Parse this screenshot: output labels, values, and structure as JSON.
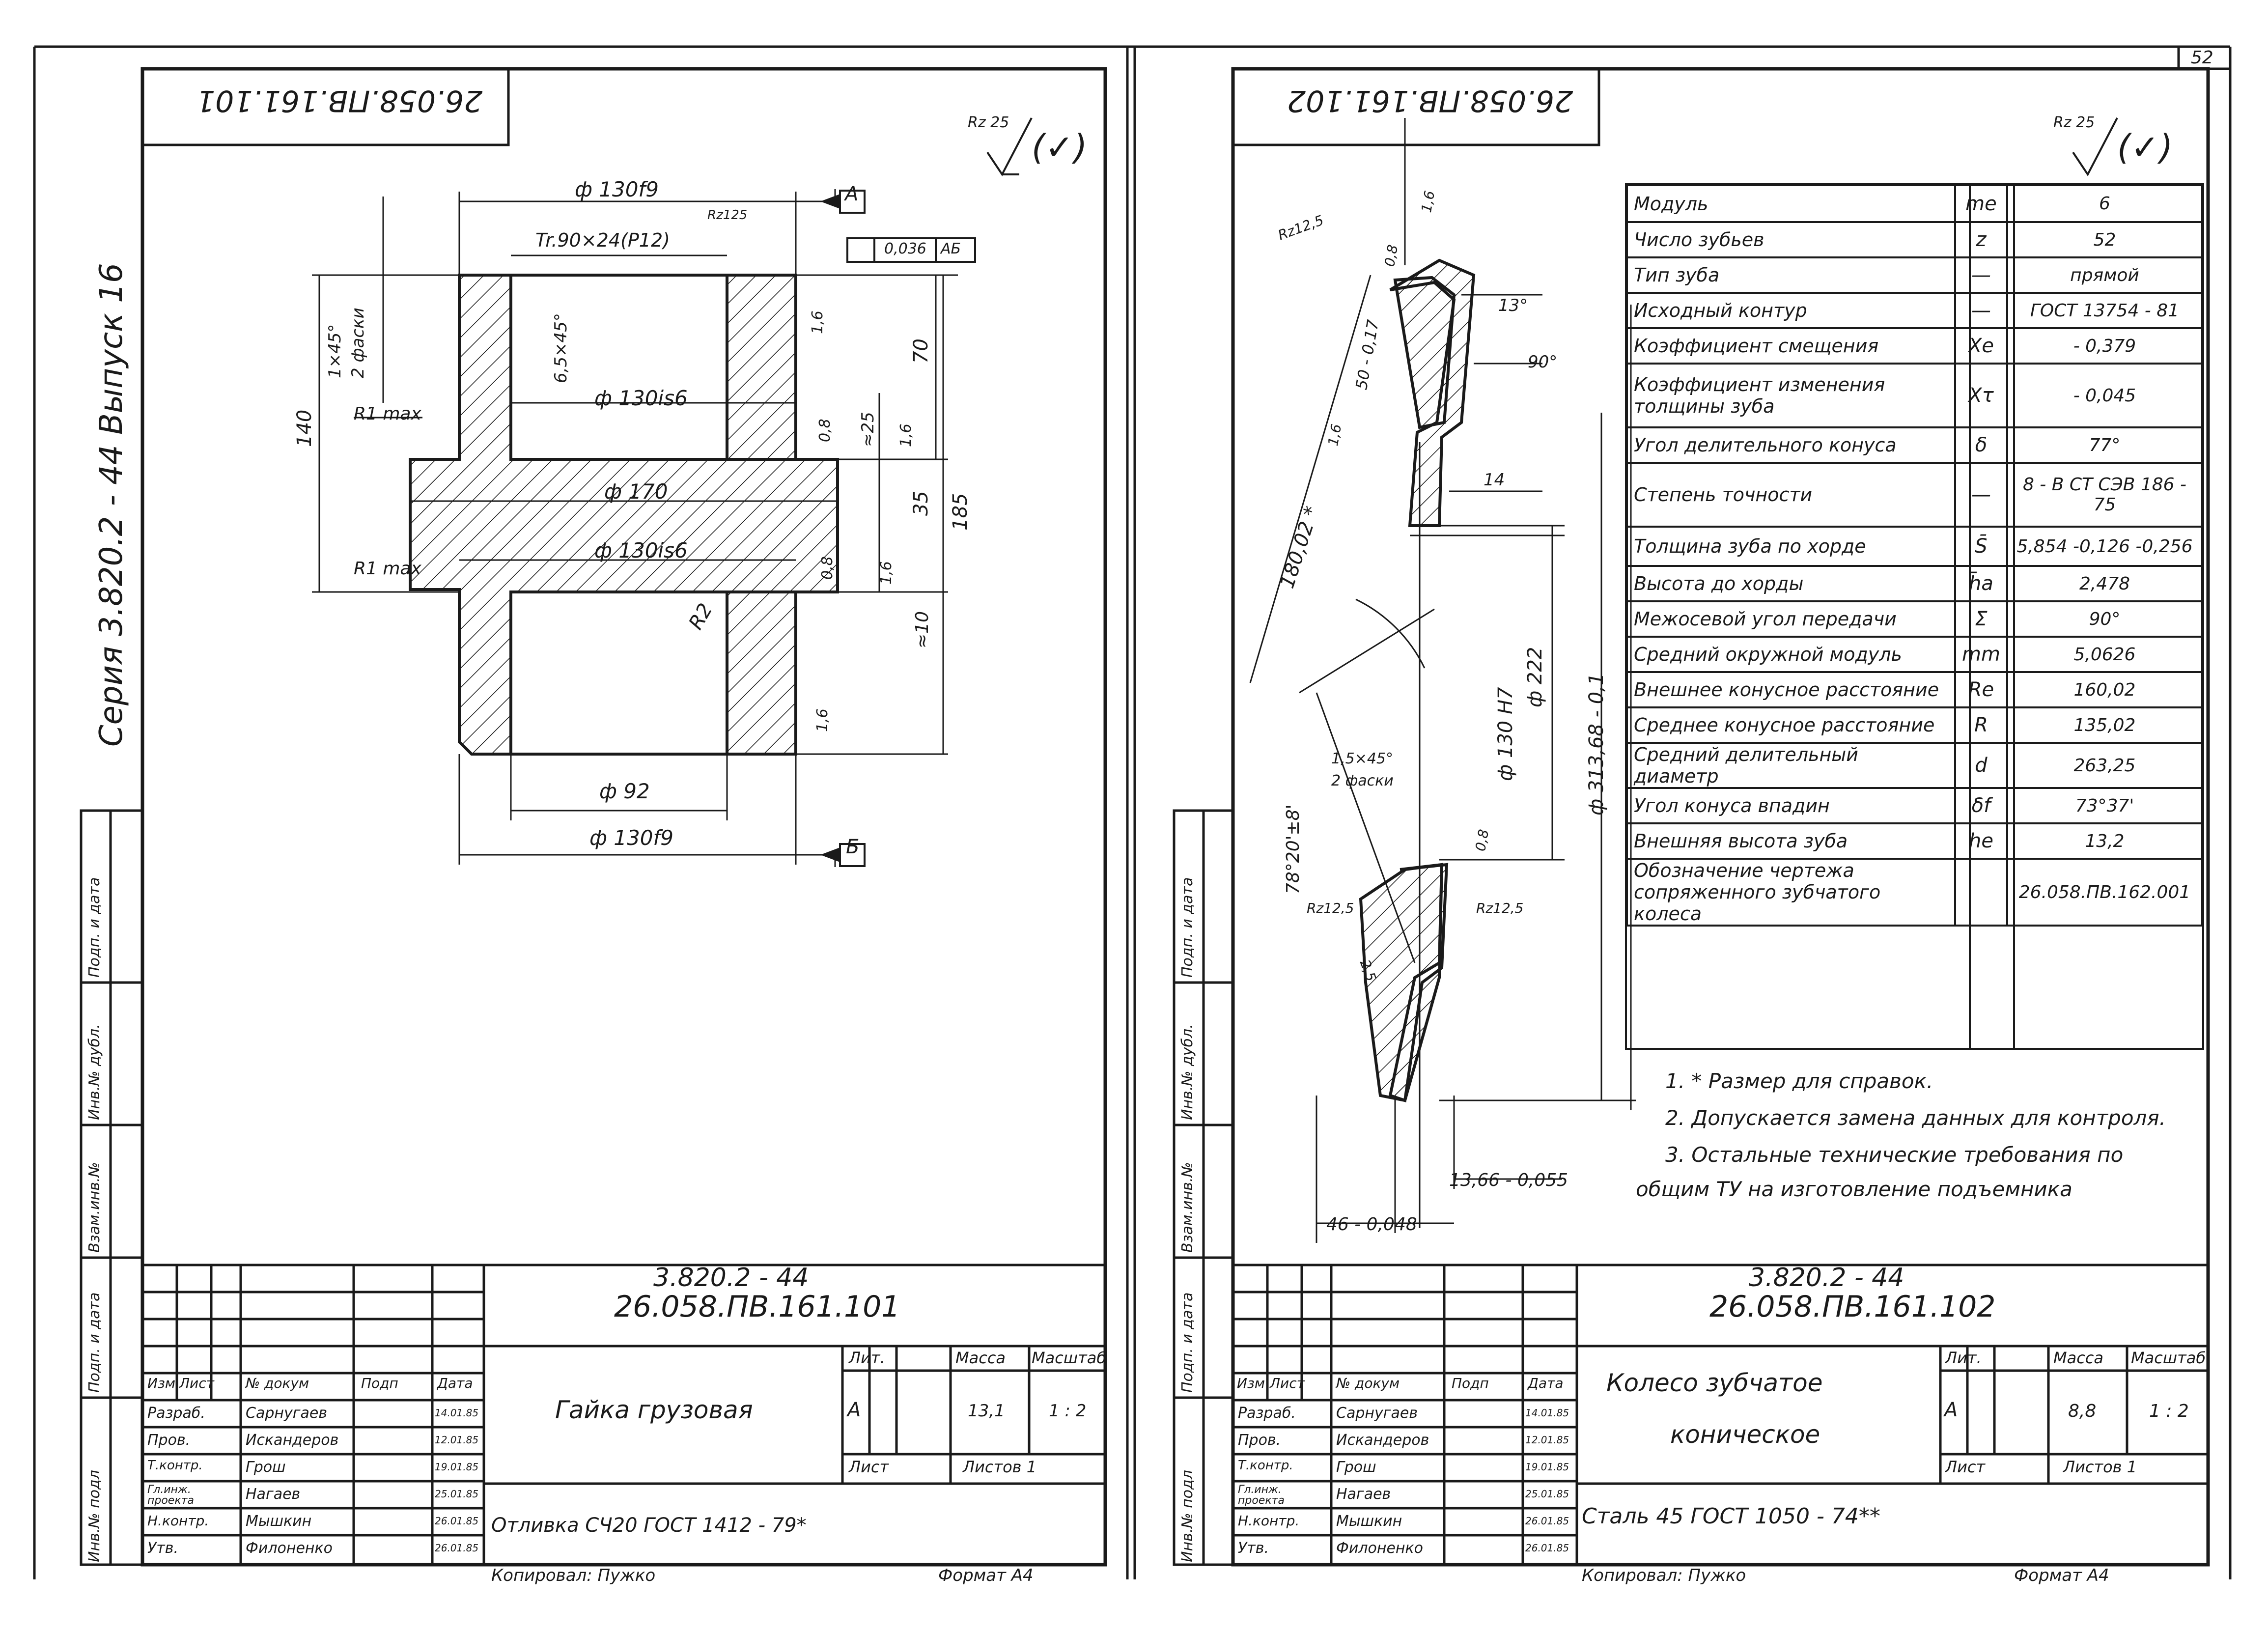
{
  "page_number": "52",
  "left_sheet": {
    "stamp_mirror": "26.058.ПВ.161.101",
    "roughness": "Rz 25",
    "roughness_sym": "(✓)",
    "series_vertical": "Серия  3.820.2 - 44  Выпуск 16",
    "dims": {
      "d130f9_top": "ф 130f9",
      "thread": "Tr.90×24(P12)",
      "ra125": "Rz125",
      "tol": "0,036",
      "tol_ref": "АБ",
      "datum_a": "А",
      "datum_b": "Б",
      "chamfer": "1×45°",
      "chamfer2": "2 фаски",
      "chamfer_inner": "6,5×45°",
      "r1max_top": "R1 max",
      "r1max_bot": "R1 max",
      "d130is6_a": "ф 130is6",
      "d170": "ф 170",
      "d130is6_b": "ф 130is6",
      "h140": "140",
      "h70": "70",
      "h35": "35",
      "h185": "185",
      "h25": "≈25",
      "h10": "≈10",
      "r16a": "1,6",
      "r16b": "1,6",
      "r16c": "1,6",
      "r16d": "1,6",
      "r08a": "0,8",
      "r08b": "0,8",
      "r2": "R2",
      "d92": "ф 92",
      "d130f9_bot": "ф 130f9"
    },
    "tb": {
      "designation_1": "3.820.2 - 44",
      "designation_2": "26.058.ПВ.161.101",
      "title": "Гайка грузовая",
      "material": "Отливка СЧ20 ГОСТ 1412 - 79*",
      "lit_h": "Лит.",
      "mass_h": "Масса",
      "scale_h": "Масштаб",
      "lit": "А",
      "mass": "13,1",
      "scale": "1 : 2",
      "sheet_h": "Лист",
      "sheets_h": "Листов 1",
      "head": [
        "Изм",
        "Лист",
        "№ докум",
        "Подп",
        "Дата"
      ],
      "rows": [
        [
          "Разраб.",
          "Сарнугаев",
          "",
          "14.01.85"
        ],
        [
          "Пров.",
          "Искандеров",
          "",
          "12.01.85"
        ],
        [
          "Т.контр.",
          "Грош",
          "",
          "19.01.85"
        ],
        [
          "Гл.инж. проекта",
          "Нагаев",
          "",
          "25.01.85"
        ],
        [
          "Н.контр.",
          "Мышкин",
          "",
          "26.01.85"
        ],
        [
          "Утв.",
          "Филоненко",
          "",
          "26.01.85"
        ]
      ],
      "copied": "Копировал: Пужко",
      "format": "Формат А4",
      "side_cells": [
        "Инв.№ подл",
        "Подп. и дата",
        "Взам.инв.№",
        "Инв.№ дубл.",
        "Подп. и дата"
      ]
    }
  },
  "right_sheet": {
    "stamp_mirror": "26.058.ПВ.161.102",
    "roughness": "Rz 25",
    "roughness_sym": "(✓)",
    "dims": {
      "rz125a": "Rz12,5",
      "r08": "0,8",
      "r16top": "1,6",
      "a13": "13°",
      "a90": "90°",
      "d50": "50 - 0,17",
      "r16left": "1,6",
      "len180": "180,02 *",
      "w14": "14",
      "d222": "ф 222",
      "d130h7": "ф 130 Н7",
      "d313": "ф 313,68 - 0,1",
      "chamfer": "1,5×45°",
      "chamfer2": "2 фаски",
      "r08b": "0,8",
      "rz125b": "Rz12,5",
      "rz125c": "Rz12,5",
      "ang": "78°20'±8'",
      "r25": "2,5",
      "d1366": "13,66 - 0,055",
      "d46": "46 - 0,048"
    },
    "params": [
      {
        "name": "Модуль",
        "sym": "me",
        "val": "6"
      },
      {
        "name": "Число зубьев",
        "sym": "z",
        "val": "52"
      },
      {
        "name": "Тип зуба",
        "sym": "—",
        "val": "прямой"
      },
      {
        "name": "Исходный контур",
        "sym": "—",
        "val": "ГОСТ 13754 - 81"
      },
      {
        "name": "Коэффициент смещения",
        "sym": "Xe",
        "val": "- 0,379"
      },
      {
        "name": "Коэффициент изменения толщины зуба",
        "sym": "Xτ",
        "val": "- 0,045"
      },
      {
        "name": "Угол делительного конуса",
        "sym": "δ",
        "val": "77°"
      },
      {
        "name": "Степень точности",
        "sym": "—",
        "val": "8 - B СТ СЭВ 186 - 75"
      },
      {
        "name": "Толщина зуба по хорде",
        "sym": "S̄",
        "val": "5,854 -0,126 -0,256"
      },
      {
        "name": "Высота до хорды",
        "sym": "h̄a",
        "val": "2,478"
      },
      {
        "name": "Межосевой угол передачи",
        "sym": "Σ",
        "val": "90°"
      },
      {
        "name": "Средний окружной модуль",
        "sym": "mm",
        "val": "5,0626"
      },
      {
        "name": "Внешнее конусное расстояние",
        "sym": "Re",
        "val": "160,02"
      },
      {
        "name": "Среднее конусное расстояние",
        "sym": "R",
        "val": "135,02"
      },
      {
        "name": "Средний делительный диаметр",
        "sym": "d",
        "val": "263,25"
      },
      {
        "name": "Угол конуса впадин",
        "sym": "δf",
        "val": "73°37'"
      },
      {
        "name": "Внешняя высота зуба",
        "sym": "he",
        "val": "13,2"
      },
      {
        "name": "Обозначение чертежа сопряженного зубчатого колеса",
        "sym": "",
        "val": "26.058.ПВ.162.001"
      }
    ],
    "notes": [
      "1. * Размер для справок.",
      "2. Допускается замена данных для контроля.",
      "3. Остальные технические требования по",
      "общим ТУ на изготовление подъемника"
    ],
    "tb": {
      "designation_1": "3.820.2 - 44",
      "designation_2": "26.058.ПВ.161.102",
      "title_1": "Колесо зубчатое",
      "title_2": "коническое",
      "material": "Сталь 45 ГОСТ 1050 - 74**",
      "lit_h": "Лит.",
      "mass_h": "Масса",
      "scale_h": "Масштаб",
      "lit": "А",
      "mass": "8,8",
      "scale": "1 : 2",
      "sheet_h": "Лист",
      "sheets_h": "Листов 1",
      "head": [
        "Изм",
        "Лист",
        "№ докум",
        "Подп",
        "Дата"
      ],
      "rows": [
        [
          "Разраб.",
          "Сарнугаев",
          "",
          "14.01.85"
        ],
        [
          "Пров.",
          "Искандеров",
          "",
          "12.01.85"
        ],
        [
          "Т.контр.",
          "Грош",
          "",
          "19.01.85"
        ],
        [
          "Гл.инж. проекта",
          "Нагаев",
          "",
          "25.01.85"
        ],
        [
          "Н.контр.",
          "Мышкин",
          "",
          "26.01.85"
        ],
        [
          "Утв.",
          "Филоненко",
          "",
          "26.01.85"
        ]
      ],
      "copied": "Копировал: Пужко",
      "format": "Формат А4",
      "side_cells": [
        "Инв.№ подл",
        "Подп. и дата",
        "Взам.инв.№",
        "Инв.№ дубл.",
        "Подп. и дата"
      ]
    }
  }
}
